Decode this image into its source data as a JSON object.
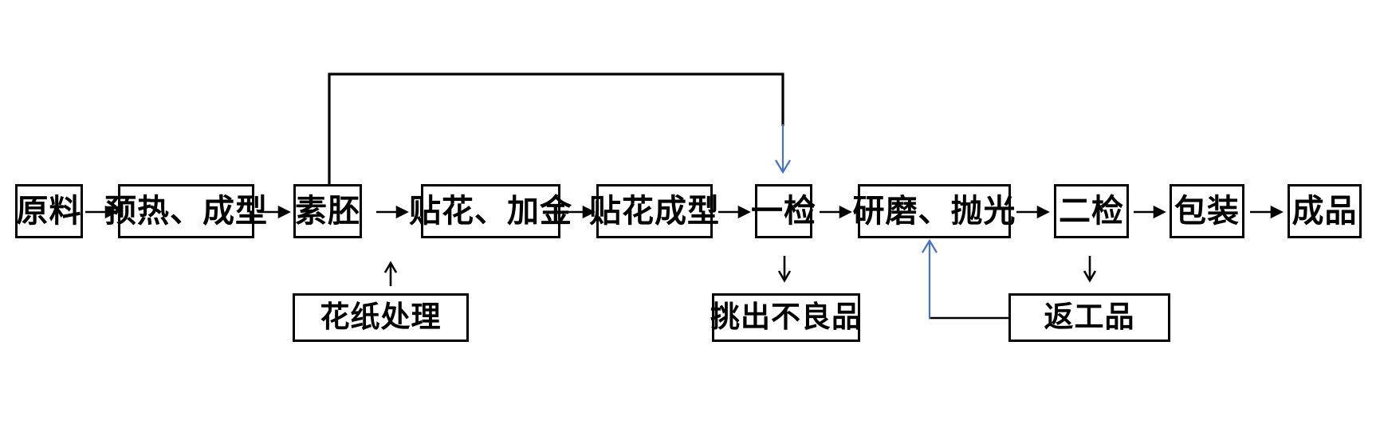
{
  "diagram": {
    "type": "flowchart",
    "nodes": {
      "raw_material": "原料",
      "preheat_forming": "预热、成型",
      "bisque": "素胚",
      "decal_gilding": "贴花、加金",
      "decal_forming": "贴花成型",
      "first_inspection": "一检",
      "grinding_polishing": "研磨、抛光",
      "second_inspection": "二检",
      "packaging": "包装",
      "finished_product": "成品",
      "decal_paper_processing": "花纸处理",
      "pick_out_defectives": "挑出不良品",
      "rework_product": "返工品"
    },
    "edges": [
      {
        "from": "原料",
        "to": "预热、成型",
        "style": "black-arrow"
      },
      {
        "from": "预热、成型",
        "to": "素胚",
        "style": "black-arrow"
      },
      {
        "from": "素胚",
        "to": "贴花、加金",
        "style": "black-arrow"
      },
      {
        "from": "贴花、加金",
        "to": "贴花成型",
        "style": "black-arrow"
      },
      {
        "from": "贴花成型",
        "to": "一检",
        "style": "black-arrow"
      },
      {
        "from": "一检",
        "to": "研磨、抛光",
        "style": "black-arrow"
      },
      {
        "from": "研磨、抛光",
        "to": "二检",
        "style": "black-arrow"
      },
      {
        "from": "二检",
        "to": "包装",
        "style": "black-arrow"
      },
      {
        "from": "包装",
        "to": "成品",
        "style": "black-arrow"
      },
      {
        "from": "素胚",
        "to": "一检",
        "style": "elbow-over-top, blue arrowhead"
      },
      {
        "from": "花纸处理",
        "to": "贴花、加金",
        "style": "up-arrow into main flow"
      },
      {
        "from": "一检",
        "to": "挑出不良品",
        "style": "down-arrow"
      },
      {
        "from": "二检",
        "to": "返工品",
        "style": "down-arrow"
      },
      {
        "from": "返工品",
        "to": "研磨、抛光",
        "style": "elbow, blue up-arrow"
      }
    ],
    "colors": {
      "line": "#000000",
      "accent_arrow": "#4472C4",
      "box_border": "#000000",
      "background": "#FFFFFF"
    }
  }
}
